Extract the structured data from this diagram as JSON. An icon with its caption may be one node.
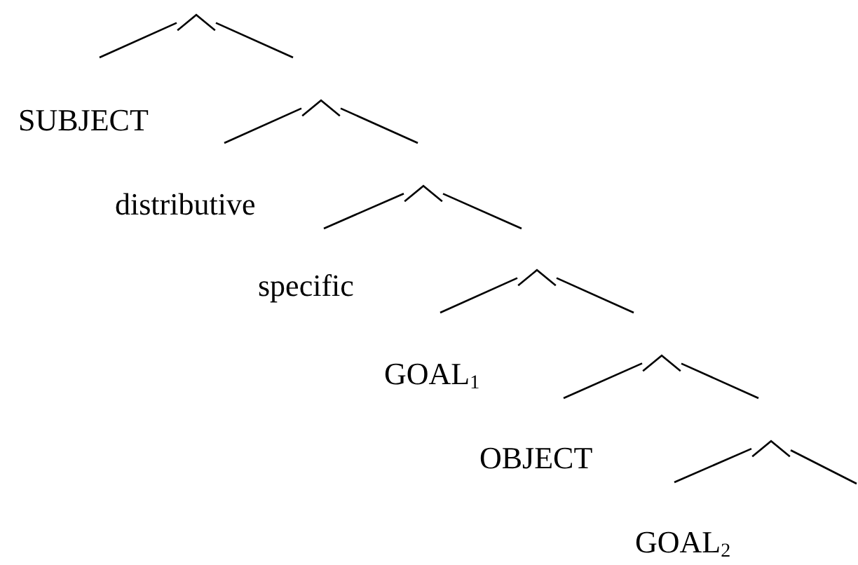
{
  "diagram": {
    "nodes": [
      {
        "text": [],
        "shape": "point"
      },
      {
        "text": [
          "SUBJECT"
        ]
      },
      {
        "text": [],
        "shape": "point"
      },
      {
        "text": [
          "distributive"
        ]
      },
      {
        "text": [],
        "shape": "point"
      },
      {
        "text": [
          "specific"
        ]
      },
      {
        "text": [],
        "shape": "point"
      },
      {
        "text": [
          "GOAL$_{1}$"
        ]
      },
      {
        "text": [],
        "shape": "point"
      },
      {
        "text": [
          "OBJECT"
        ]
      },
      {
        "text": [],
        "shape": "point"
      },
      {
        "text": [
          "GOAL$_{2}$"
        ]
      }
    ],
    "edges": [
      {
        "from": 0,
        "to": 1,
        "arrow": "none"
      },
      {
        "from": 0,
        "to": null,
        "arrow": "none"
      },
      {
        "from": 2,
        "to": 3,
        "arrow": "none"
      },
      {
        "from": 2,
        "to": null,
        "arrow": "none"
      },
      {
        "from": 4,
        "to": 5,
        "arrow": "none"
      },
      {
        "from": 4,
        "to": null,
        "arrow": "none"
      },
      {
        "from": 6,
        "to": 7,
        "arrow": "none"
      },
      {
        "from": 6,
        "to": null,
        "arrow": "none"
      },
      {
        "from": 8,
        "to": 9,
        "arrow": "none"
      },
      {
        "from": 8,
        "to": null,
        "arrow": "none"
      },
      {
        "from": 10,
        "to": 11,
        "arrow": "none"
      },
      {
        "from": 10,
        "to": null,
        "arrow": "none"
      }
    ]
  }
}
